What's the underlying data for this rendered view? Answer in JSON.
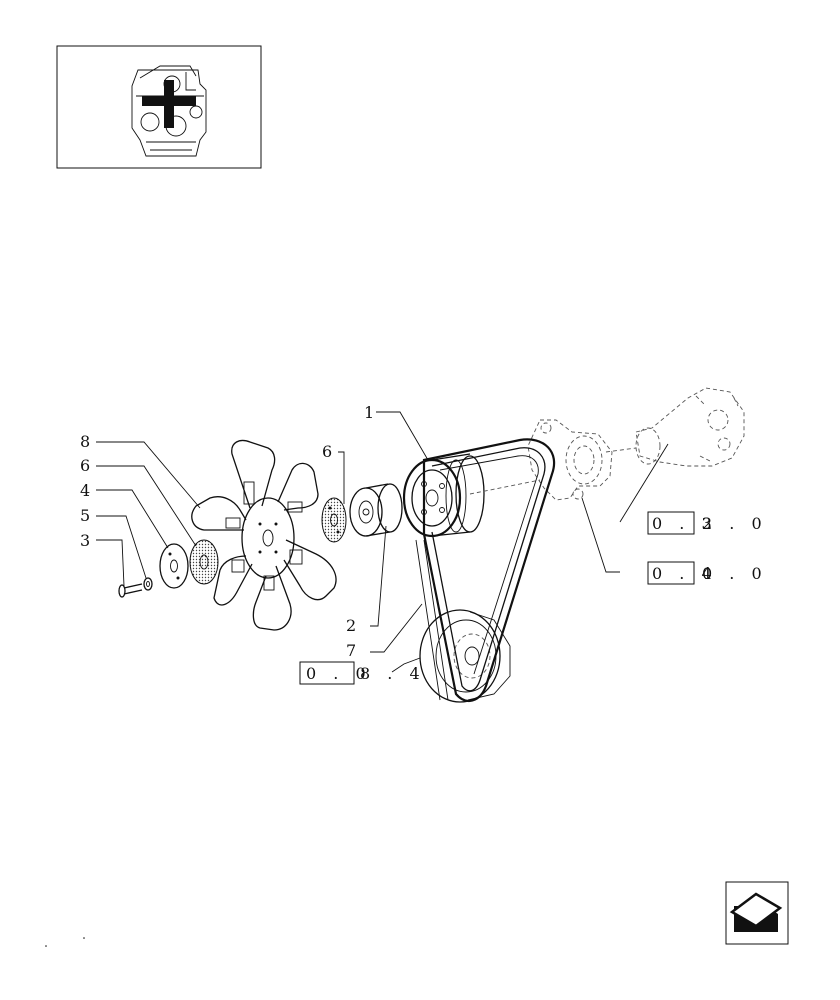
{
  "callouts": {
    "c1": "1",
    "c2": "2",
    "c3": "3",
    "c4": "4",
    "c5": "5",
    "c6_left": "6",
    "c6_right": "6",
    "c7": "7",
    "c8": "8"
  },
  "references": [
    {
      "boxed": "0 . 3",
      "suffix": "2 . 0"
    },
    {
      "boxed": "0 . 4",
      "suffix": "0 . 0"
    },
    {
      "boxed": "0 . 0",
      "suffix": "8 . 4"
    }
  ],
  "thumbnail": {
    "icon": "engine-locator-icon",
    "marker": "plus-marker"
  },
  "nav": {
    "icon": "back-arrow-icon"
  },
  "colors": {
    "line": "#111111",
    "hatch": "#555555"
  }
}
